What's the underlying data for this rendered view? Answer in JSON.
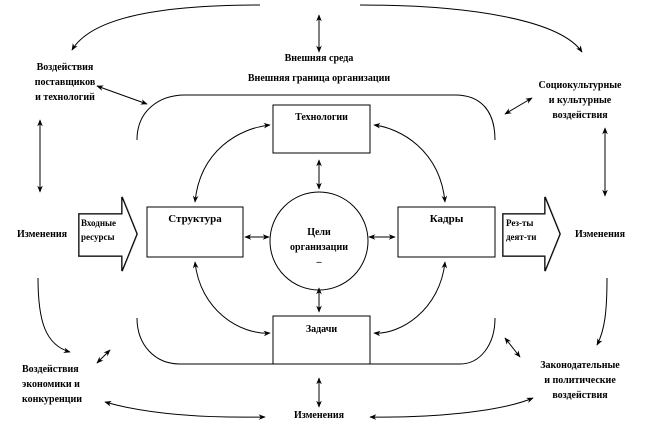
{
  "environment": {
    "title": "Внешняя среда",
    "boundary": "Внешняя граница организации"
  },
  "external": {
    "suppliers": [
      "Воздействия",
      "поставщиков",
      "и технологий"
    ],
    "sociocultural": [
      "Социокультурные",
      "и культурные",
      "воздействия"
    ],
    "economy": [
      "Воздействия",
      "экономики и",
      "конкуренции"
    ],
    "legal": [
      "Законодательные",
      "и политические",
      "воздействия"
    ],
    "changes_left": "Изменения",
    "changes_right": "Изменения",
    "changes_bottom": "Изменения"
  },
  "internal": {
    "technology": "Технологии",
    "structure": "Структура",
    "staff": "Кадры",
    "tasks": "Задачи",
    "goals": [
      "Цели",
      "организации",
      "–"
    ]
  },
  "flows": {
    "input": [
      "Входные",
      "ресурсы"
    ],
    "output": [
      "Рез-ты",
      "деят-ти"
    ]
  }
}
